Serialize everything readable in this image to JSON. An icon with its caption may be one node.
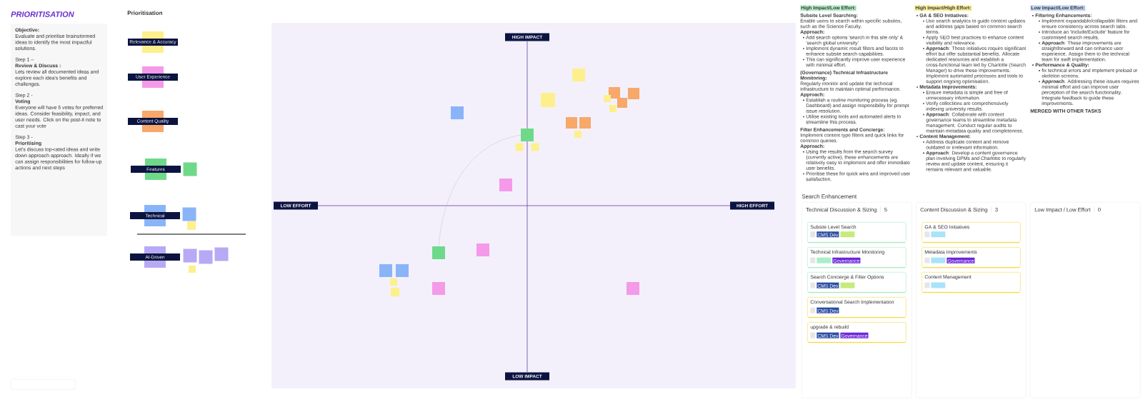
{
  "diagram": {
    "title": "PRIORITISATION",
    "nodes": [
      {
        "text": [
          "Objective:",
          "Evaluate and prioritise brainstormed ideas to identify the most impactful solutions.",
          "Step 1 –",
          "Review & Discuss :",
          "Lets review all documented ideas and explore each idea's benefits and challenges.",
          "Step 2 -",
          "Voting",
          "Everyone will have 5 votes for preferred ideas. Consider feasibility, impact, and user needs. Click on the post-it note to cast your vote",
          "Step 3 -",
          "Prioritising",
          "Let's discuss top-rated ideas and write down approach approach. Ideally if we can assign responsibilities for follow-up actions and next steps"
        ]
      },
      {
        "text": [
          "Relevance & Accuracy"
        ]
      },
      {
        "text": [
          "User Experience"
        ]
      },
      {
        "text": [
          "Content Quality"
        ]
      },
      {
        "text": [
          "Features"
        ]
      },
      {
        "text": [],
        "shape": "box"
      },
      {
        "text": [
          "Technical"
        ]
      },
      {
        "text": [],
        "shape": "box"
      },
      {
        "text": [],
        "shape": "box"
      },
      {
        "text": [
          "AI-Driven"
        ]
      },
      {
        "text": [],
        "shape": "box"
      },
      {
        "text": [],
        "shape": "box"
      },
      {
        "text": [],
        "shape": "box"
      },
      {
        "text": [],
        "shape": "box"
      },
      {
        "text": [
          "HIGH IMPACT"
        ]
      },
      {
        "text": [
          "LOW EFFORT"
        ]
      },
      {
        "text": [
          "HIGH EFFORT"
        ]
      },
      {
        "text": [
          "LOW IMPACT"
        ]
      },
      {
        "text": [],
        "shape": "box"
      },
      {
        "text": [],
        "shape": "box"
      },
      {
        "text": [],
        "shape": "box"
      },
      {
        "text": [],
        "shape": "box"
      },
      {
        "text": [],
        "shape": "box"
      },
      {
        "text": [],
        "shape": "box"
      },
      {
        "text": [],
        "shape": "box"
      },
      {
        "text": [],
        "shape": "box"
      },
      {
        "text": [],
        "shape": "box"
      },
      {
        "text": [],
        "shape": "box"
      },
      {
        "text": [],
        "shape": "box"
      },
      {
        "text": [],
        "shape": "box"
      },
      {
        "text": [],
        "shape": "box"
      },
      {
        "text": [],
        "shape": "box"
      },
      {
        "text": [],
        "shape": "box"
      },
      {
        "text": [],
        "shape": "box"
      },
      {
        "text": [],
        "shape": "box"
      },
      {
        "text": [],
        "shape": "box"
      },
      {
        "text": [],
        "shape": "box"
      },
      {
        "text": [],
        "shape": "box"
      },
      {
        "text": [],
        "shape": "box"
      },
      {
        "text": [],
        "shape": "box"
      },
      {
        "text": [],
        "shape": "box"
      },
      {
        "text": [
          "Technical Discussion & Sizing",
          "5"
        ]
      },
      {
        "text": [
          "Subsite Level Search",
          "CMS Dev"
        ],
        "in": 41
      },
      {
        "text": [
          "Technical Infrastructure Monitoring",
          "Governance"
        ],
        "in": 41
      },
      {
        "text": [
          "Search Concierge & Filter Options",
          "CMS Dev"
        ],
        "in": 41
      },
      {
        "text": [
          "Conversational Search Implementation",
          "CMS Dev"
        ],
        "in": 41
      },
      {
        "text": [
          "upgrade & rebuild",
          "CMS Dev",
          "Governance"
        ],
        "in": 41
      },
      {
        "text": [
          "Content Discussion & Sizing",
          "3"
        ]
      },
      {
        "text": [
          "GA & SEO Initiatives"
        ],
        "in": 47
      },
      {
        "text": [
          "Metadata Improvements",
          "Governance"
        ],
        "in": 47
      },
      {
        "text": [
          "Content Management"
        ],
        "in": 47
      },
      {
        "text": [
          "Low Impact / Low Effort",
          "0"
        ]
      },
      {
        "text": [],
        "shape": "box"
      }
    ],
    "edges": [
      {
        "from": 29,
        "to": 34,
        "arrow": "none"
      }
    ],
    "labels": [
      "Prioritisation",
      "High Impact/Low Effort:",
      "Subsite Level Searching:",
      "Enable users to search within specific subsites, such as the Science Faculty.",
      "Approach:",
      "Add search options 'search in this site only' & 'search global university'",
      "Implement dynamic result filters and facets to enhance subsite search capabilities.",
      "This can significantly improve user experience with minimal effort.",
      "(Governance) Technical Infrastructure Monitoring:",
      "Regularly monitor and update the technical infrastructure to maintain optimal performance.",
      "Approach:",
      "Establish a routine monitoring process (eg. Dashboard) and assign responsibility for prompt issue resolution.",
      "Utilise existing tools and automated alerts to streamline this process.",
      "Filter Enhancements and Concierge:",
      "Implement content type filters and quick links for common queries.",
      "Approach:",
      "Using the results from the search survey (currently active), these enhancements are relatively easy to implement and offer immediate user benefits.",
      "Prioritise these for quick wins and improved user satisfaction.",
      "High Impact/High Effort:",
      "GA & SEO Initiatives:",
      "Use search analytics to guide content updates and address gaps based on common search terms.",
      "Apply SEO best practices to enhance content visibility and relevance.",
      "**Approach**: These initiatives require significant effort but offer substantial benefits. Allocate dedicated resources and establish a cross-functional team led by Charlotte (Search Manager) to drive these improvements. Implement automated processes and tools to support ongoing optimisation.",
      "Metadata Improvements:",
      "Ensure metadata is simple and free of unnecessary information.",
      "Verify collections are comprehensively indexing university results.",
      "**Approach**: Collaborate with content governance teams to streamline metadata management. Conduct regular audits to maintain metadata quality and completeness.",
      "Content Management:",
      "Address duplicate content and remove outdated or irrelevant information.",
      "**Approach**: Develop a content governance plan involving DPMs and Charlotte to regularly review and update content, ensuring it remains relevant and valuable.",
      "Low Impact/Low Effort:",
      "Filtering Enhancements:",
      "Implement expandable/collapsible filters and ensure consistency across search tabs.",
      "Introduce an 'Include/Exclude' feature for customised search results.",
      "**Approach**: These improvements are straightforward and can enhance user experience. Assign them to the technical team for swift implementation.",
      "Performance & Quality:",
      "fix technical errors and implement preload or skeleton screens.",
      "**Approach**: Addressing these issues requires minimal effort and can improve user perception of the search functionality. Integrate feedback to guide these improvements.",
      "MERGED WITH OTHER TASKS",
      "Search Enhancement"
    ]
  }
}
